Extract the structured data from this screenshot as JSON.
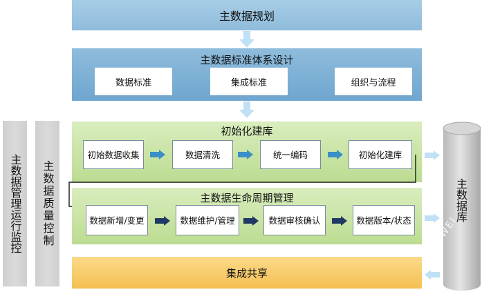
{
  "planning": {
    "label": "主数据规划"
  },
  "standards": {
    "title": "主数据标准体系设计",
    "items": [
      "数据标准",
      "集成标准",
      "组织与流程"
    ]
  },
  "initialization": {
    "title": "初始化建库",
    "steps": [
      "初始数据收集",
      "数据清洗",
      "统一编码",
      "初始化建库"
    ]
  },
  "lifecycle": {
    "title": "主数据生命周期管理",
    "steps": [
      "数据新增/变更",
      "数据维护/管理",
      "数据审核确认",
      "数据版本/状态"
    ]
  },
  "sharing": {
    "label": "集成共享"
  },
  "side_pillars": {
    "operation_monitoring": "主数据管理运行监控",
    "quality_control": "主数据质量控制"
  },
  "database": {
    "label": "主数据库"
  },
  "watermark": {
    "text": "TEWEI"
  },
  "colors": {
    "blue_fill": "#8fbcdc",
    "green_fill": "#c9e4a6",
    "yellow_fill": "#f7c85c",
    "gray_pillar": "#d4d4d4",
    "arrow_blue": "#3a8fc4",
    "arrow_navy": "#1f3864",
    "light_arrow": "#bfe0f5"
  }
}
